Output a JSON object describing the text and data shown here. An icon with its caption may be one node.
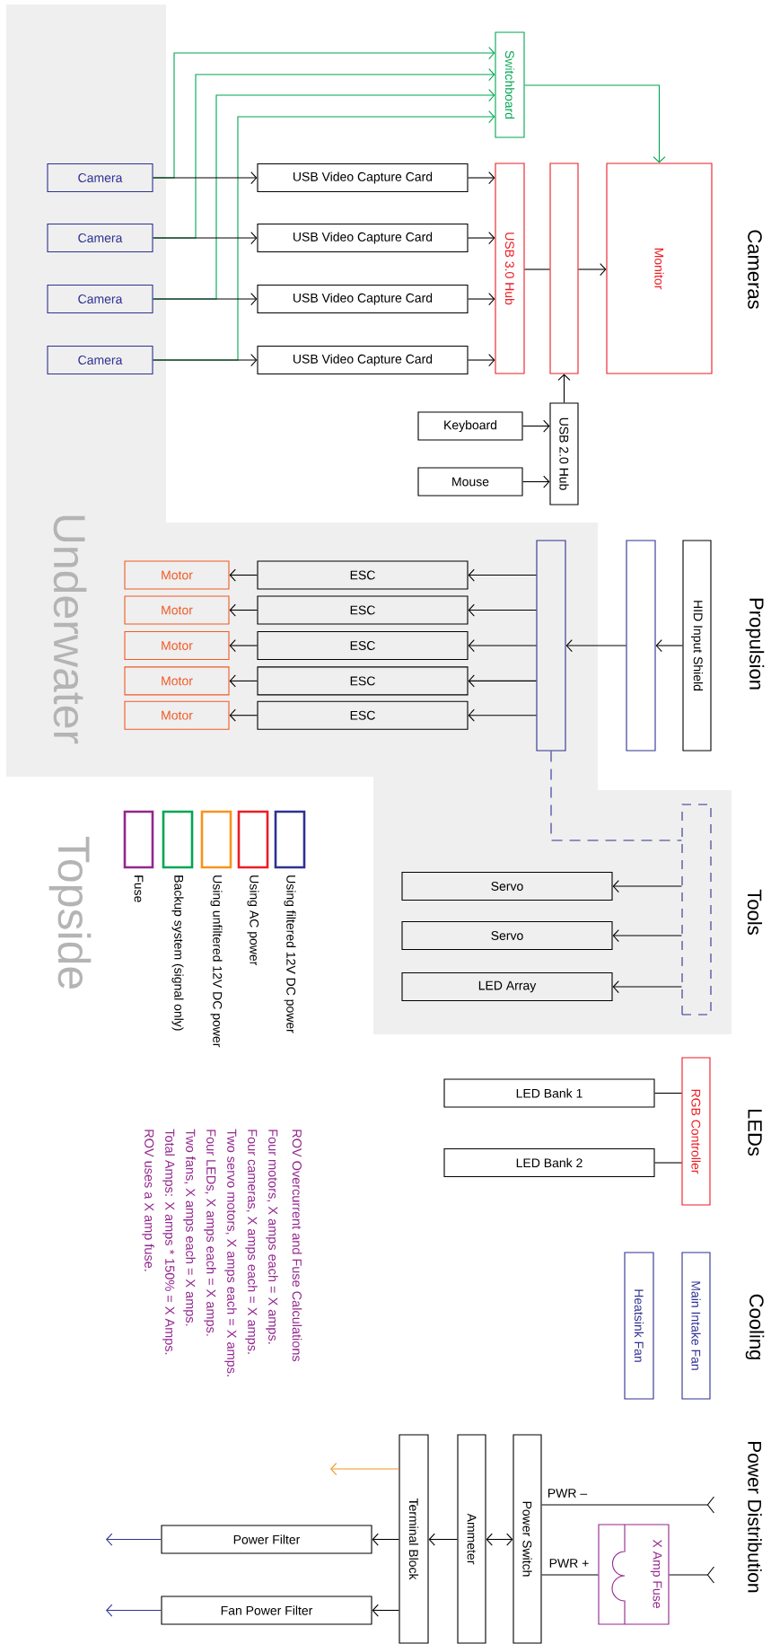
{
  "diagram": {
    "nodes": [
      {
        "text": [
          "Switchboard"
        ]
      },
      {
        "text": [
          "Camera"
        ]
      },
      {
        "text": [
          "Camera"
        ]
      },
      {
        "text": [
          "Camera"
        ]
      },
      {
        "text": [
          "Camera"
        ]
      },
      {
        "text": [
          "USB Video Capture Card"
        ]
      },
      {
        "text": [
          "USB Video Capture Card"
        ]
      },
      {
        "text": [
          "USB Video Capture Card"
        ]
      },
      {
        "text": [
          "USB Video Capture Card"
        ]
      },
      {
        "text": [
          "USB 3.0 Hub"
        ]
      },
      {
        "text": [],
        "shape": "box"
      },
      {
        "text": [
          "Monitor"
        ]
      },
      {
        "text": [
          "Keyboard"
        ]
      },
      {
        "text": [
          "Mouse"
        ]
      },
      {
        "text": [
          "USB 2.0 Hub"
        ]
      },
      {
        "text": [
          "Motor"
        ]
      },
      {
        "text": [
          "Motor"
        ]
      },
      {
        "text": [
          "Motor"
        ]
      },
      {
        "text": [
          "Motor"
        ]
      },
      {
        "text": [
          "Motor"
        ]
      },
      {
        "text": [
          "ESC"
        ]
      },
      {
        "text": [
          "ESC"
        ]
      },
      {
        "text": [
          "ESC"
        ]
      },
      {
        "text": [
          "ESC"
        ]
      },
      {
        "text": [
          "ESC"
        ]
      },
      {
        "text": [],
        "shape": "box"
      },
      {
        "text": [],
        "shape": "box"
      },
      {
        "text": [
          "HID Input Shield"
        ]
      },
      {
        "text": [],
        "shape": "box"
      },
      {
        "text": [
          "Servo"
        ]
      },
      {
        "text": [
          "Servo"
        ]
      },
      {
        "text": [
          "LED Array"
        ]
      },
      {
        "text": [
          "RGB Controller"
        ]
      },
      {
        "text": [
          "LED Bank 1"
        ]
      },
      {
        "text": [
          "LED Bank 2"
        ]
      },
      {
        "text": [
          "Main Intake Fan"
        ]
      },
      {
        "text": [
          "Heatsink Fan"
        ]
      },
      {
        "text": [
          "Power Switch"
        ]
      },
      {
        "text": [
          "Ammeter"
        ]
      },
      {
        "text": [
          "Terminal Block"
        ]
      },
      {
        "text": [
          "X Amp Fuse"
        ]
      },
      {
        "text": [
          "Power Filter"
        ]
      },
      {
        "text": [
          "Fan Power Filter"
        ]
      }
    ],
    "edges": [
      {
        "from": 1,
        "to": 5,
        "arrow": "to"
      },
      {
        "from": 2,
        "to": 6,
        "arrow": "to"
      },
      {
        "from": 3,
        "to": 7,
        "arrow": "to"
      },
      {
        "from": 4,
        "to": 8,
        "arrow": "to"
      },
      {
        "from": 5,
        "to": 9,
        "arrow": "to"
      },
      {
        "from": 6,
        "to": 9,
        "arrow": "to"
      },
      {
        "from": 7,
        "to": 9,
        "arrow": "to"
      },
      {
        "from": 8,
        "to": 9,
        "arrow": "to"
      },
      {
        "from": 1,
        "to": 0,
        "arrow": "to",
        "color": "#00a651"
      },
      {
        "from": 2,
        "to": 0,
        "arrow": "to",
        "color": "#00a651"
      },
      {
        "from": 3,
        "to": 0,
        "arrow": "to",
        "color": "#00a651"
      },
      {
        "from": 4,
        "to": 0,
        "arrow": "to",
        "color": "#00a651"
      },
      {
        "from": 0,
        "to": 11,
        "arrow": "to",
        "color": "#00a651"
      },
      {
        "from": 9,
        "to": 10,
        "arrow": "none"
      },
      {
        "from": 10,
        "to": 11,
        "arrow": "to"
      },
      {
        "from": 14,
        "to": 10,
        "arrow": "to"
      },
      {
        "from": 12,
        "to": 14,
        "arrow": "to"
      },
      {
        "from": 13,
        "to": 14,
        "arrow": "to"
      },
      {
        "from": 27,
        "to": 26,
        "arrow": "to"
      },
      {
        "from": 26,
        "to": 25,
        "arrow": "to"
      },
      {
        "from": 25,
        "to": 20,
        "arrow": "to"
      },
      {
        "from": 25,
        "to": 21,
        "arrow": "to"
      },
      {
        "from": 25,
        "to": 22,
        "arrow": "to"
      },
      {
        "from": 25,
        "to": 23,
        "arrow": "to"
      },
      {
        "from": 25,
        "to": 24,
        "arrow": "to"
      },
      {
        "from": 20,
        "to": 15,
        "arrow": "to"
      },
      {
        "from": 21,
        "to": 16,
        "arrow": "to"
      },
      {
        "from": 22,
        "to": 17,
        "arrow": "to"
      },
      {
        "from": 23,
        "to": 18,
        "arrow": "to"
      },
      {
        "from": 24,
        "to": 19,
        "arrow": "to"
      },
      {
        "from": 25,
        "to": 28,
        "arrow": "none",
        "style": "dashed",
        "color": "#2e3192"
      },
      {
        "from": 28,
        "to": 29,
        "arrow": "to"
      },
      {
        "from": 28,
        "to": 30,
        "arrow": "to"
      },
      {
        "from": 28,
        "to": 31,
        "arrow": "to"
      },
      {
        "from": 32,
        "to": 33,
        "arrow": "none"
      },
      {
        "from": 32,
        "to": 34,
        "arrow": "none"
      },
      {
        "from": null,
        "to": 37,
        "arrow": "other",
        "label": "PWR –"
      },
      {
        "from": null,
        "to": 40,
        "arrow": "other"
      },
      {
        "from": 40,
        "to": 37,
        "arrow": "none",
        "label": "PWR +"
      },
      {
        "from": 38,
        "to": 37,
        "arrow": "both"
      },
      {
        "from": 38,
        "to": 39,
        "arrow": "to"
      },
      {
        "from": 39,
        "to": 41,
        "arrow": "to"
      },
      {
        "from": 39,
        "to": 42,
        "arrow": "to"
      },
      {
        "from": 39,
        "to": null,
        "arrow": "to",
        "color": "#f7931e"
      },
      {
        "from": 41,
        "to": null,
        "arrow": "to",
        "color": "#2e3192"
      },
      {
        "from": 42,
        "to": null,
        "arrow": "to",
        "color": "#2e3192"
      }
    ],
    "labels": [
      "Underwater",
      "Topside",
      "Cameras",
      "Propulsion",
      "Tools",
      "LEDs",
      "Cooling",
      "Power Distribution",
      "ROV Overcurrent and Fuse Calculations",
      "Four motors, X amps each = X amps.",
      "Four cameras, X amps each = X amps.",
      "Two servo motors, X amps each = X amps.",
      "Four LEDs, X amps each = X amps.",
      "Two fans, X amps each = X amps.",
      "Total Amps: X amps * 150% = X Amps.",
      "ROV uses a X amp fuse."
    ],
    "legend": [
      {
        "text": "Fuse",
        "color": "#93278f"
      },
      {
        "text": "Backup system (signal only)",
        "color": "#00a651"
      },
      {
        "text": "Using unfiltered 12V DC power",
        "color": "#f7931e"
      },
      {
        "text": "Using AC power",
        "color": "#ed1c24"
      },
      {
        "text": "Using filtered 12V DC power",
        "color": "#2e3192"
      }
    ]
  }
}
